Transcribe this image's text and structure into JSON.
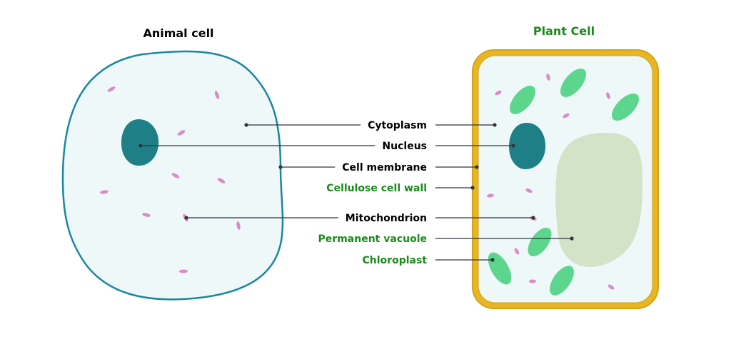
{
  "animal_cell": {
    "title": "Animal cell",
    "title_color": "#000000"
  },
  "plant_cell": {
    "title": "Plant Cell",
    "title_color": "#1a8a1a"
  },
  "labels": [
    {
      "text": "Cytoplasm",
      "color": "#000000",
      "applies_to": [
        "animal",
        "plant"
      ]
    },
    {
      "text": "Nucleus",
      "color": "#000000",
      "applies_to": [
        "animal",
        "plant"
      ]
    },
    {
      "text": "Cell membrane",
      "color": "#000000",
      "applies_to": [
        "animal",
        "plant"
      ]
    },
    {
      "text": "Cellulose cell wall",
      "color": "#1a8a1a",
      "applies_to": [
        "plant"
      ]
    },
    {
      "text": "Mitochondrion",
      "color": "#000000",
      "applies_to": [
        "animal",
        "plant"
      ]
    },
    {
      "text": "Permanent vacuole",
      "color": "#1a8a1a",
      "applies_to": [
        "plant"
      ]
    },
    {
      "text": "Chloroplast",
      "color": "#1a8a1a",
      "applies_to": [
        "plant"
      ]
    }
  ],
  "colors": {
    "cytoplasm": "#eef8f9",
    "membrane": "#1a87a0",
    "nucleus": "#1e7f86",
    "mitochondria": "#dc8cc4",
    "chloroplast": "#5cd68c",
    "vacuole": "#d2e3c8",
    "cell_wall": "#e8b623",
    "cell_wall_dark": "#d4a21a",
    "leader_line": "#333340"
  }
}
